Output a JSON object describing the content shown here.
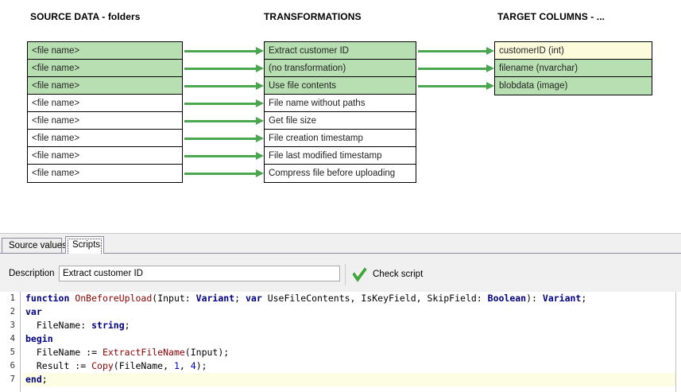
{
  "mapping": {
    "headings": {
      "source": "SOURCE DATA - folders",
      "transformations": "TRANSFORMATIONS",
      "target": "TARGET COLUMNS - ..."
    },
    "source_rows": [
      {
        "label": "<file name>",
        "highlight": "green"
      },
      {
        "label": "<file name>",
        "highlight": "green"
      },
      {
        "label": "<file name>",
        "highlight": "green"
      },
      {
        "label": "<file name>",
        "highlight": "none"
      },
      {
        "label": "<file name>",
        "highlight": "none"
      },
      {
        "label": "<file name>",
        "highlight": "none"
      },
      {
        "label": "<file name>",
        "highlight": "none"
      },
      {
        "label": "<file name>",
        "highlight": "none"
      }
    ],
    "transformation_rows": [
      {
        "label": "Extract customer ID",
        "highlight": "green"
      },
      {
        "label": "(no transformation)",
        "highlight": "green"
      },
      {
        "label": "Use file contents",
        "highlight": "green"
      },
      {
        "label": "File name without paths",
        "highlight": "none"
      },
      {
        "label": "Get file size",
        "highlight": "none"
      },
      {
        "label": "File creation timestamp",
        "highlight": "none"
      },
      {
        "label": "File last modified timestamp",
        "highlight": "none"
      },
      {
        "label": "Compress file before uploading",
        "highlight": "none"
      }
    ],
    "target_rows": [
      {
        "label": "customerID (int)",
        "highlight": "cream"
      },
      {
        "label": "filename (nvarchar)",
        "highlight": "green"
      },
      {
        "label": "blobdata (image)",
        "highlight": "green"
      }
    ],
    "arrow_color": "#4aa750",
    "highlight_green": "#b8dfb2",
    "highlight_cream": "#fcfbdc"
  },
  "bottom": {
    "tabs": [
      {
        "label": "Source values",
        "active": false
      },
      {
        "label": "Scripts",
        "active": true
      }
    ],
    "description_label": "Description",
    "description_value": "Extract customer ID",
    "check_script_label": "Check script",
    "check_icon_color": "#3cb034"
  },
  "editor": {
    "line_numbers": [
      "1",
      "2",
      "3",
      "4",
      "5",
      "6",
      "7"
    ],
    "current_line": 7,
    "lines": [
      "function OnBeforeUpload(Input: Variant; var UseFileContents, IsKeyField, SkipField: Boolean): Variant;",
      "var",
      "  FileName: string;",
      "begin",
      "  FileName := ExtractFileName(Input);",
      "  Result := Copy(FileName, 1, 4);",
      "end;"
    ],
    "keyword_color": "#000080",
    "function_color": "#8b0000",
    "number_color": "#0000cd"
  }
}
